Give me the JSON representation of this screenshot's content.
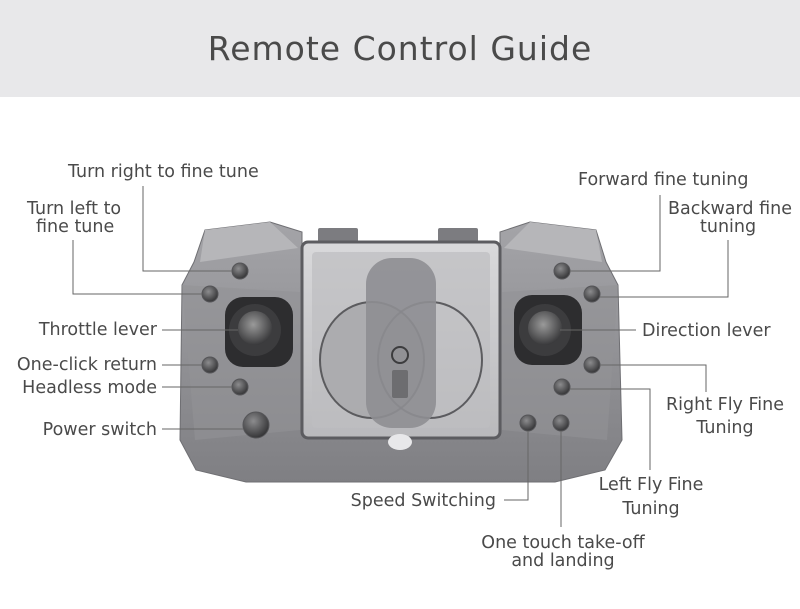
{
  "title": "Remote Control Guide",
  "labels": {
    "turn_right": "Turn right to fine tune",
    "turn_left_1": "Turn left to",
    "turn_left_2": "fine tune",
    "throttle": "Throttle lever",
    "one_click_return": "One-click return",
    "headless": "Headless mode",
    "power": "Power switch",
    "forward": "Forward fine tuning",
    "backward_1": "Backward fine",
    "backward_2": "tuning",
    "direction": "Direction lever",
    "right_fly_1": "Right Fly Fine",
    "right_fly_2": "Tuning",
    "left_fly_1": "Left Fly Fine",
    "left_fly_2": "Tuning",
    "speed": "Speed Switching",
    "takeoff_1": "One touch take-off",
    "takeoff_2": "and landing"
  },
  "colors": {
    "header_bg": "#e8e8ea",
    "title_text": "#4a4a4a",
    "controller_body": "#8f8f93",
    "leader_line": "#666666"
  }
}
